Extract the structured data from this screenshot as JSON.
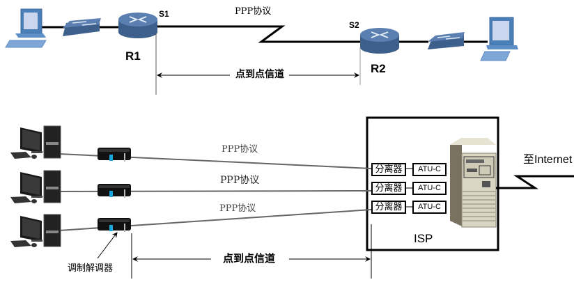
{
  "top_diagram": {
    "router_left_label": "R1",
    "router_right_label": "R2",
    "interface_left": "S1",
    "interface_right": "S2",
    "link_protocol": "PPP协议",
    "channel_label": "点到点信道"
  },
  "bottom_diagram": {
    "links": [
      {
        "protocol": "PPP协议",
        "splitter": "分离器",
        "atu": "ATU-C"
      },
      {
        "protocol": "PPP协议",
        "splitter": "分离器",
        "atu": "ATU-C"
      },
      {
        "protocol": "PPP协议",
        "splitter": "分离器",
        "atu": "ATU-C"
      }
    ],
    "modem_label": "调制解调器",
    "isp_label": "ISP",
    "internet_label": "至Internet",
    "channel_label": "点到点信道"
  },
  "colors": {
    "device_blue": "#3d5f8c",
    "device_blue_light": "#5a7fb0",
    "pc_blue": "#5d8ec6",
    "server_beige": "#d9d6c3",
    "line_gray": "#555555"
  }
}
